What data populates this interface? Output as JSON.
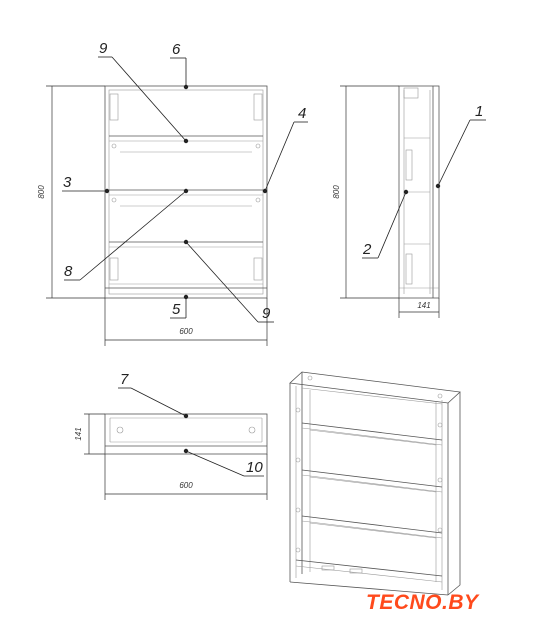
{
  "callouts": {
    "c1": "1",
    "c2": "2",
    "c3": "3",
    "c4": "4",
    "c5": "5",
    "c6": "6",
    "c7": "7",
    "c8": "8",
    "c9_top": "9",
    "c9_bottom": "9",
    "c10": "10"
  },
  "dimensions": {
    "front_height": "800",
    "front_width": "600",
    "side_height": "800",
    "side_depth": "141",
    "top_depth": "141",
    "top_width": "600"
  },
  "logo": {
    "text": "TECNO.BY",
    "color": "#ff4a1c"
  }
}
